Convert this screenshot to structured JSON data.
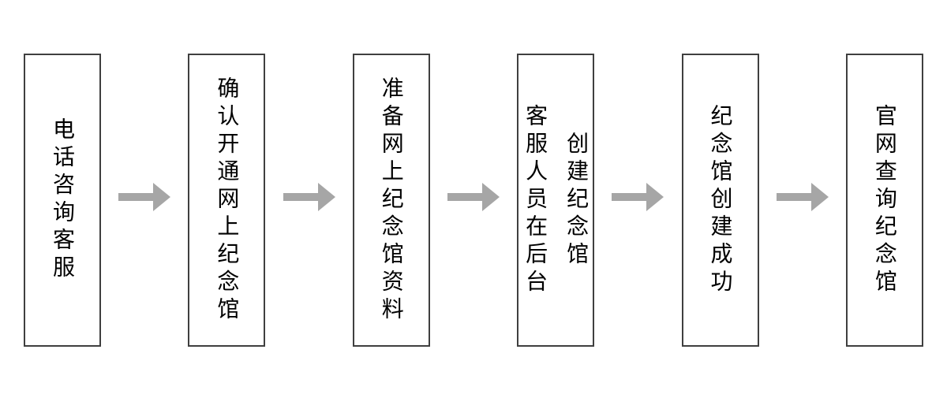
{
  "flowchart": {
    "description": "memorial-hall-creation-process-flowchart",
    "steps": [
      {
        "label": "电话咨询客服"
      },
      {
        "label": "确认开通网上纪念馆"
      },
      {
        "label": "准备网上纪念馆资料"
      },
      {
        "label": "客服人员在后台\n创建纪念馆"
      },
      {
        "label": "纪念馆创建成功"
      },
      {
        "label": "官网查询纪念馆"
      }
    ],
    "icons": {
      "connector": "right-block-arrow-icon"
    },
    "colors": {
      "page_background": "#ffffff",
      "box_background": "#ffffff",
      "box_border": "#3f3f3f",
      "text": "#000000",
      "arrow": "#a6a6a6"
    }
  }
}
